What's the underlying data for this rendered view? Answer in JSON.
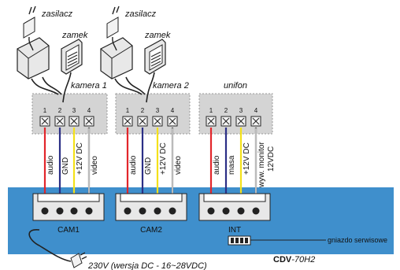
{
  "labels": {
    "zasilacz": "zasilacz",
    "zamek": "zamek",
    "voltage": "230V (wersja DC - 16~28VDC)",
    "service_socket": "gniazdo serwisowe",
    "model_prefix": "CDV",
    "model_suffix": "-70H2"
  },
  "terminal_blocks": [
    {
      "title": "kamera 1",
      "pins": [
        "1",
        "2",
        "3",
        "4"
      ],
      "signals": [
        "audio",
        "GND",
        "+12V DC",
        "video"
      ]
    },
    {
      "title": "kamera 2",
      "pins": [
        "1",
        "2",
        "3",
        "4"
      ],
      "signals": [
        "audio",
        "GND",
        "+12V DC",
        "video"
      ]
    },
    {
      "title": "unifon",
      "pins": [
        "1",
        "2",
        "3",
        "4"
      ],
      "signals": [
        "audio",
        "masa",
        "+12V DC",
        "wyw. monitor",
        "12VDC"
      ]
    }
  ],
  "connectors": [
    {
      "label": "CAM1"
    },
    {
      "label": "CAM2"
    },
    {
      "label": "INT"
    }
  ],
  "colors": {
    "panel": "#3f8fcc",
    "terminal_box": "#d4d4d4",
    "audio_wire": "#e2262b",
    "gnd_wire": "#2b2f86",
    "power_wire": "#f4e11a",
    "video_wire": "#ffffff"
  }
}
